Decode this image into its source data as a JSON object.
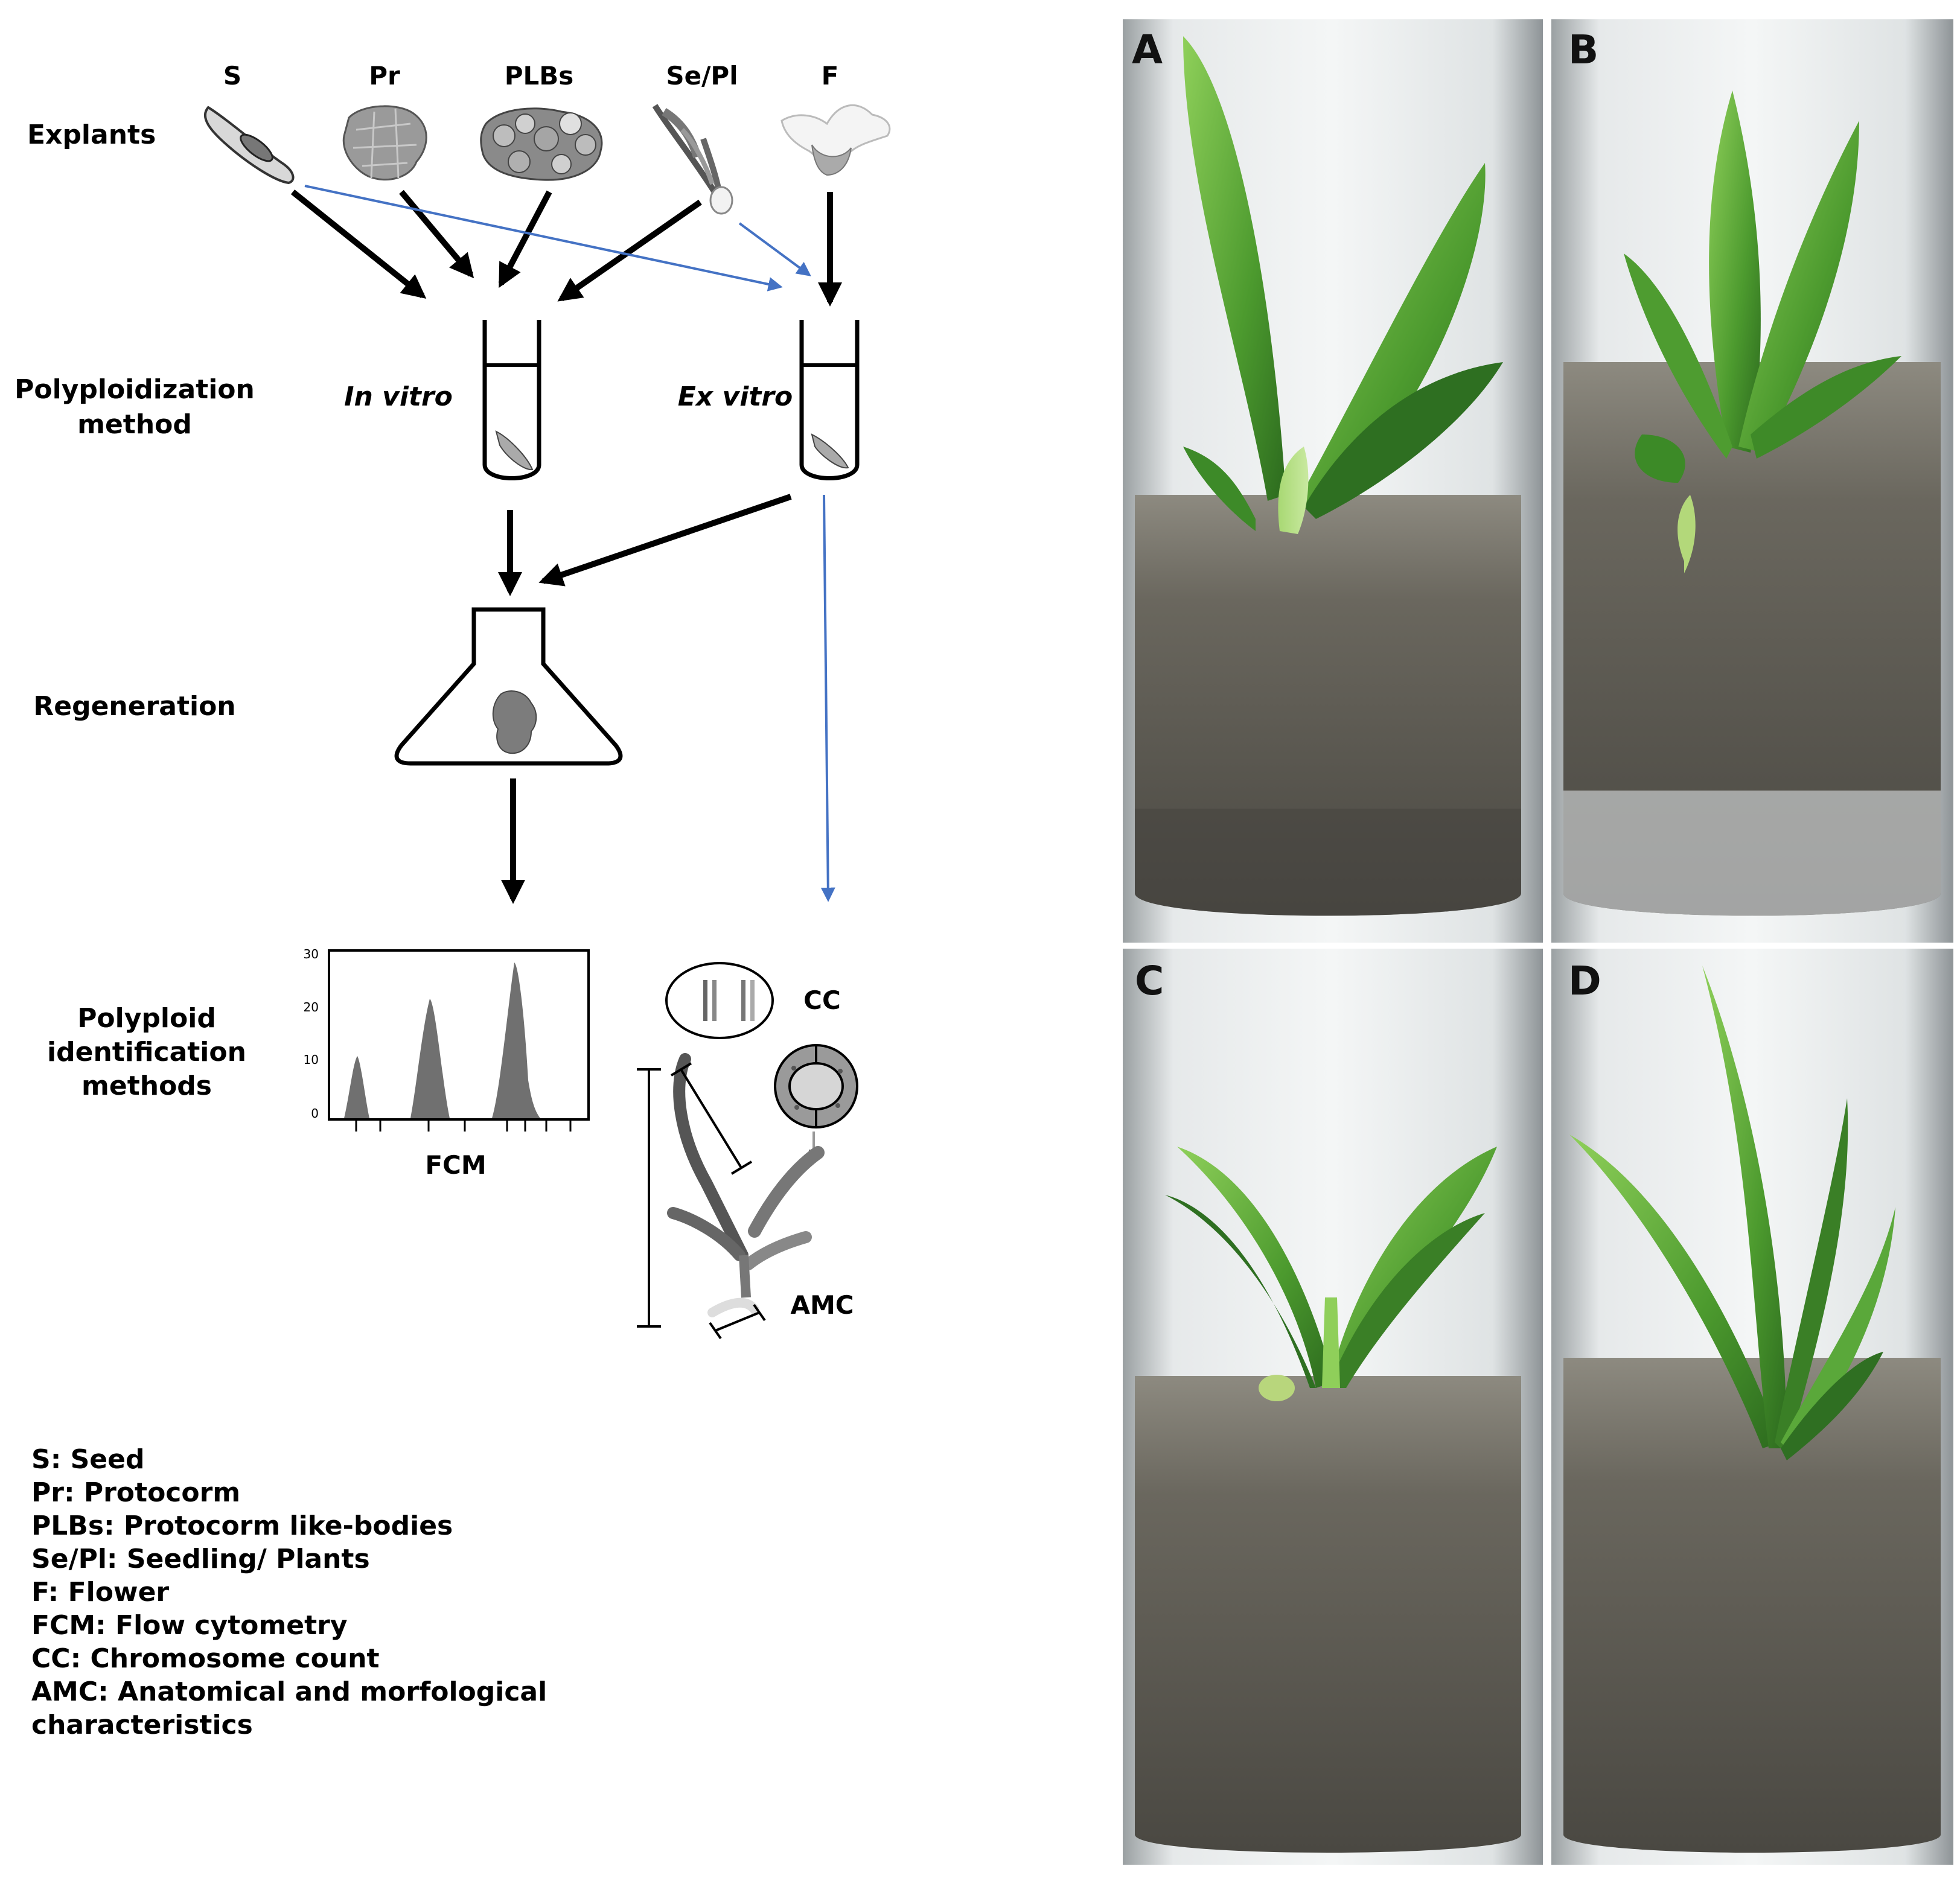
{
  "explants": {
    "row_label": "Explants",
    "items": [
      "S",
      "Pr",
      "PLBs",
      "Se/Pl",
      "F"
    ]
  },
  "polyploidization": {
    "label_line1": "Polyploidization",
    "label_line2": "method",
    "in_vitro": "In vitro",
    "ex_vitro": "Ex vitro"
  },
  "regeneration": {
    "label": "Regeneration"
  },
  "identification": {
    "label_line1": "Polyploid",
    "label_line2": "identification",
    "label_line3": "methods",
    "fcm_label": "FCM",
    "cc_label": "CC",
    "amc_label": "AMC",
    "fcm_yticks": [
      "30",
      "20",
      "10",
      "0"
    ]
  },
  "legend": [
    "S: Seed",
    "Pr: Protocorm",
    "PLBs: Protocorm like-bodies",
    "Se/Pl: Seedling/ Plants",
    "F: Flower",
    "FCM: Flow cytometry",
    "CC: Chromosome count",
    "AMC: Anatomical and morfological",
    "characteristics"
  ],
  "panels": [
    "A",
    "B",
    "C",
    "D"
  ],
  "colors": {
    "black_arrow": "#000000",
    "blue_arrow": "#4472c4",
    "leaf_green": "#5fae3c",
    "leaf_dark": "#2f6e22",
    "substrate": "#5c5a52",
    "glass": "#cfd3d4"
  }
}
